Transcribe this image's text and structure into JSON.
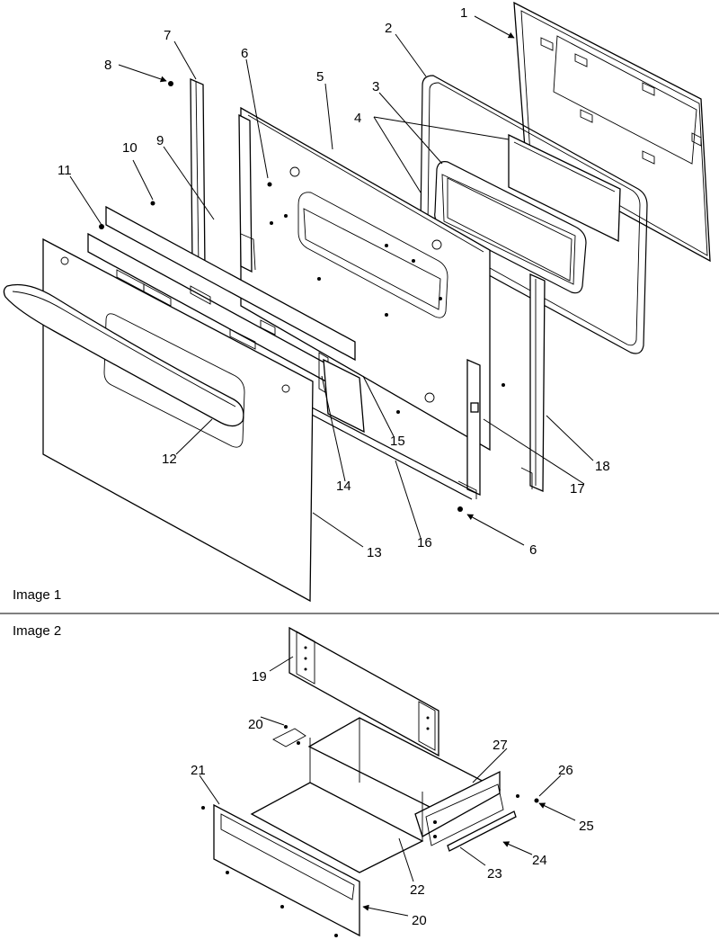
{
  "panels": [
    {
      "label": "Image 1"
    },
    {
      "label": "Image 2"
    }
  ],
  "callouts": {
    "c1": "1",
    "c2": "2",
    "c3": "3",
    "c4": "4",
    "c5": "5",
    "c6a": "6",
    "c6b": "6",
    "c7": "7",
    "c8": "8",
    "c9": "9",
    "c10": "10",
    "c11": "11",
    "c12": "12",
    "c13": "13",
    "c14": "14",
    "c15": "15",
    "c16": "16",
    "c17": "17",
    "c18": "18",
    "c19": "19",
    "c20a": "20",
    "c20b": "20",
    "c21": "21",
    "c22": "22",
    "c23": "23",
    "c24": "24",
    "c25": "25",
    "c26": "26",
    "c27": "27"
  }
}
